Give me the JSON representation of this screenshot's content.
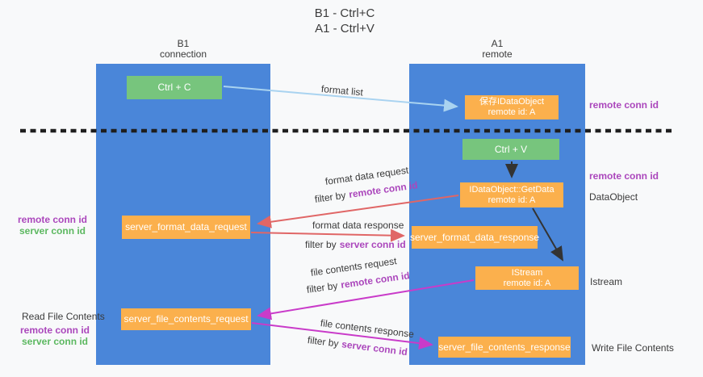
{
  "title": {
    "line1": "B1 - Ctrl+C",
    "line2": "A1 - Ctrl+V"
  },
  "lanes": {
    "left": {
      "name": "B1",
      "sub": "connection"
    },
    "right": {
      "name": "A1",
      "sub": "remote"
    }
  },
  "nodes": {
    "ctrl_c": {
      "label": "Ctrl + C"
    },
    "save_dataobject": {
      "line1": "保存IDataObject",
      "line2": "remote id: A"
    },
    "ctrl_v": {
      "label": "Ctrl + V"
    },
    "getdata": {
      "line1": "IDataObject::GetData",
      "line2": "remote id: A"
    },
    "istream": {
      "line1": "IStream",
      "line2": "remote id: A"
    },
    "server_format_data_request": {
      "label": "server_format_data_request"
    },
    "server_format_data_response": {
      "label": "server_format_data_response"
    },
    "server_file_contents_request": {
      "label": "server_file_contents_request"
    },
    "server_file_contents_response": {
      "label": "server_file_contents_response"
    }
  },
  "edges": {
    "format_list": {
      "label": "format list"
    },
    "format_data_request": {
      "label": "format data request",
      "filter_prefix": "filter by",
      "filter_key": "remote conn id"
    },
    "format_data_response": {
      "label": "format data response",
      "filter_prefix": "filter by",
      "filter_key": "server conn id"
    },
    "file_contents_request": {
      "label": "file contents request",
      "filter_prefix": "filter by",
      "filter_key": "remote conn id"
    },
    "file_contents_response": {
      "label": "file contents response",
      "filter_prefix": "filter by",
      "filter_key": "server conn id"
    }
  },
  "annotations": {
    "right_remote_conn_id_top": "remote conn id",
    "right_remote_conn_id_mid": "remote conn id",
    "dataobject": "DataObject",
    "istream": "Istream",
    "write_file_contents": "Write File Contents",
    "read_file_contents": "Read File Contents",
    "left_format": {
      "remote": "remote conn id",
      "server": "server conn id"
    },
    "left_file": {
      "remote": "remote conn id",
      "server": "server conn id"
    }
  },
  "colors": {
    "lane_blue": "#4a86d9",
    "node_green": "#77c57d",
    "node_orange": "#fbb04d",
    "arrow_light_blue": "#a9d3f0",
    "arrow_red": "#e06666",
    "arrow_magenta": "#c93bc9",
    "arrow_black": "#333333",
    "text_purple": "#ab47bc",
    "text_green": "#5cb860",
    "background": "#f8f9fa"
  }
}
